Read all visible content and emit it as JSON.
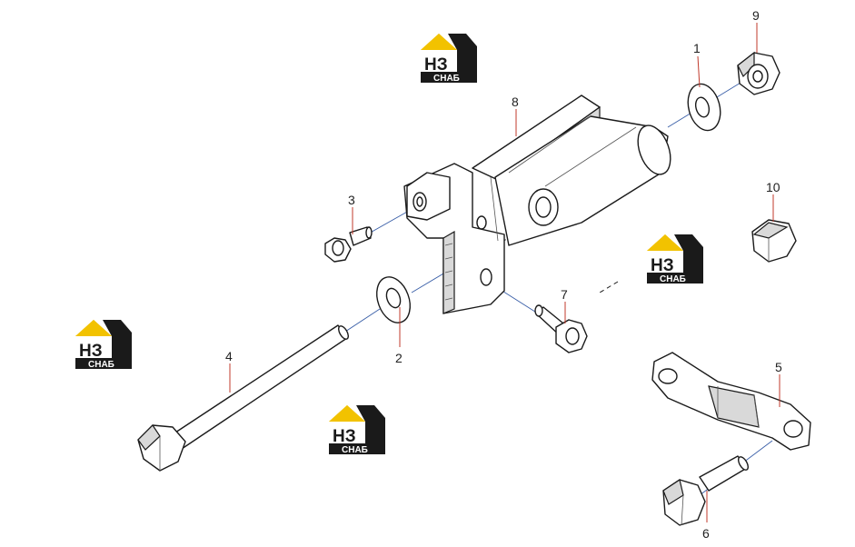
{
  "callouts": [
    {
      "id": "1",
      "label": "1"
    },
    {
      "id": "2",
      "label": "2"
    },
    {
      "id": "3",
      "label": "3"
    },
    {
      "id": "4",
      "label": "4"
    },
    {
      "id": "5",
      "label": "5"
    },
    {
      "id": "6",
      "label": "6"
    },
    {
      "id": "7",
      "label": "7"
    },
    {
      "id": "8",
      "label": "8"
    },
    {
      "id": "9",
      "label": "9"
    },
    {
      "id": "10",
      "label": "10"
    }
  ],
  "watermark": {
    "mark": "НЗ",
    "caption": "СНАБ",
    "colors": {
      "roof": "#f2c200",
      "body": "#1a1a1a",
      "text_light": "#ffffff",
      "accent": "#f2c200"
    }
  },
  "colors": {
    "axis": "#3a5fa8",
    "leader": "#c0392b",
    "outline": "#1a1a1a"
  }
}
